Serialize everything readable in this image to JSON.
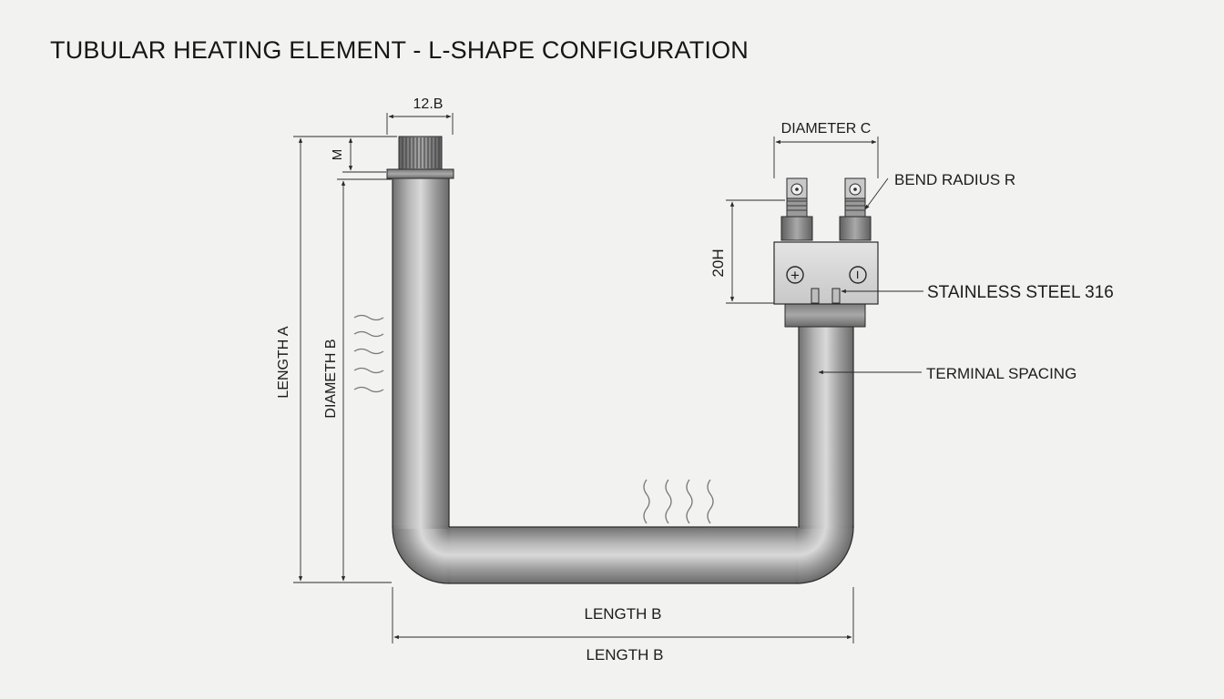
{
  "title": "TUBULAR HEATING ELEMENT - L-SHAPE CONFIGURATION",
  "labels": {
    "width_12b": "12.B",
    "m": "M",
    "length_a": "LENGTH A",
    "diameter_b": "DIAMETH B",
    "diameter_c": "DIAMETER C",
    "bend_radius": "BEND RADIUS R",
    "height_20h": "20H",
    "material": "STAINLESS STEEL 316",
    "terminal_spacing": "TERMINAL SPACING",
    "length_b_upper": "LENGTH B",
    "length_b_lower": "LENGTH B"
  },
  "symbols": {
    "positive": "+",
    "negative": "−"
  },
  "colors": {
    "background": "#f2f2f1",
    "line": "#2a2a2a",
    "tube_dark": "#6f6f6f",
    "tube_light": "#d6d6d6"
  }
}
